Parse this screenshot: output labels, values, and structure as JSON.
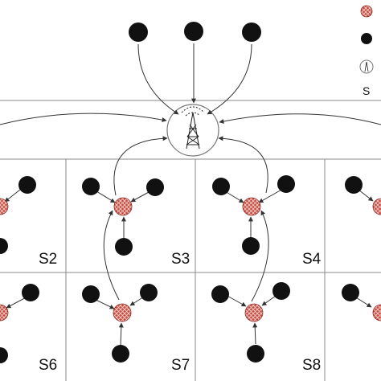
{
  "diagram": {
    "segment_labels": [
      "S2",
      "S3",
      "S4",
      "S6",
      "S7",
      "S8"
    ],
    "legend": {
      "items": [
        {
          "icon": "cluster-head-node-icon"
        },
        {
          "icon": "sensor-node-icon"
        },
        {
          "icon": "base-station-icon"
        }
      ],
      "partial_label": "S"
    },
    "colors": {
      "sensor_node": "#111111",
      "cluster_head_fill": "#c9493e",
      "cluster_head_hatch": "#f1c9c3",
      "grid_lines": "#8a8a8a",
      "arrows": "#333333"
    }
  }
}
